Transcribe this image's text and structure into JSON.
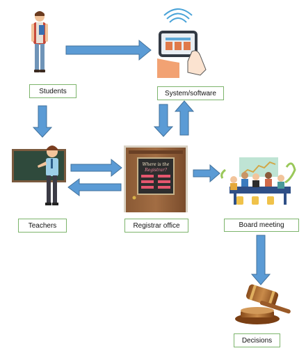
{
  "nodes": {
    "students": "Students",
    "system": "System/software",
    "teachers": "Teachers",
    "registrar": "Registrar office",
    "board": "Board meeting",
    "decisions": "Decisions"
  },
  "registrar_sign": {
    "line1": "Where is the",
    "line2": "Registrar?"
  },
  "colors": {
    "arrow_fill": "#5b9bd5",
    "arrow_stroke": "#41719c",
    "label_border": "#7cb46b"
  },
  "icons": [
    "student-figure-icon",
    "tablet-hand-icon",
    "teacher-blackboard-icon",
    "office-door-icon",
    "meeting-table-icon",
    "gavel-icon"
  ]
}
